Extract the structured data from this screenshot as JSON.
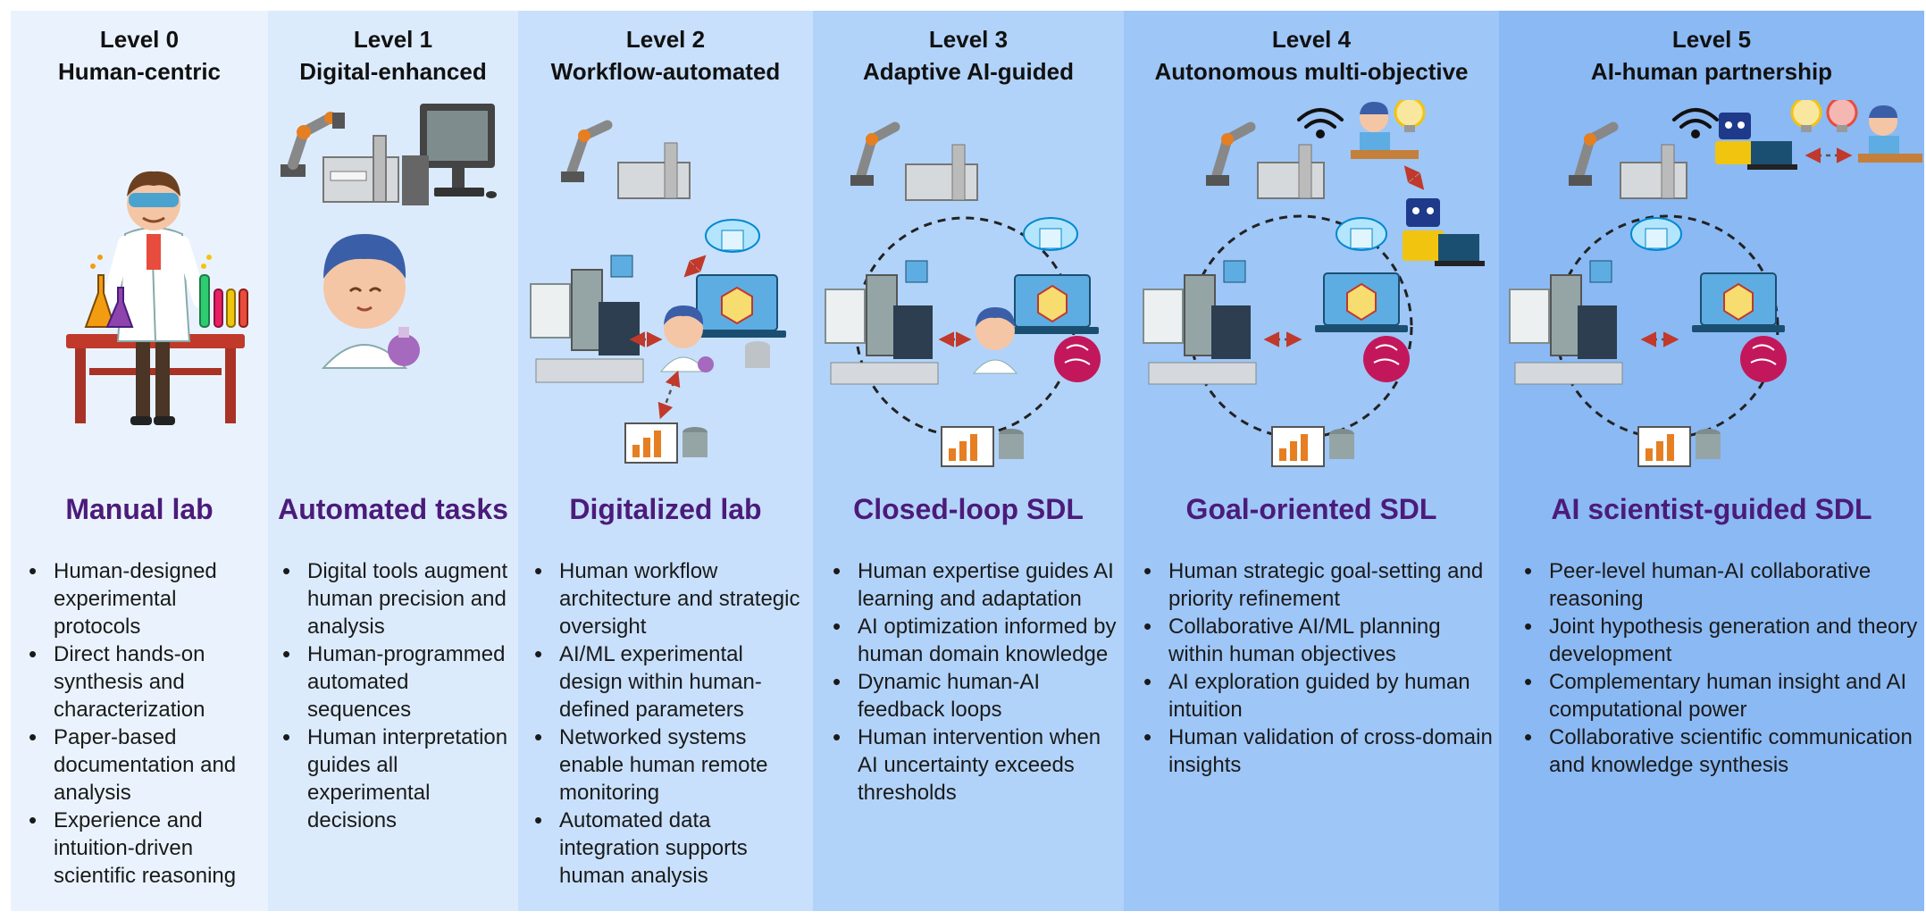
{
  "levels": [
    {
      "level": "Level 0",
      "name": "Human-centric",
      "title": "Manual lab",
      "bullets": [
        "Human-designed experimental protocols",
        "Direct hands-on synthesis and characterization",
        "Paper-based documentation and analysis",
        "Experience and intuition-driven scientific reasoning"
      ]
    },
    {
      "level": "Level 1",
      "name": "Digital-enhanced",
      "title": "Automated tasks",
      "bullets": [
        "Digital tools augment human precision and analysis",
        "Human-programmed automated sequences",
        "Human interpretation guides all experimental decisions"
      ]
    },
    {
      "level": "Level 2",
      "name": "Workflow-automated",
      "title": "Digitalized lab",
      "bullets": [
        "Human workflow architecture and strategic oversight",
        "AI/ML experimental design within human-defined parameters",
        "Networked systems enable human remote monitoring",
        "Automated data integration supports human analysis"
      ]
    },
    {
      "level": "Level 3",
      "name": "Adaptive AI-guided",
      "title": "Closed-loop SDL",
      "bullets": [
        "Human expertise guides AI learning and adaptation",
        "AI optimization informed by human domain knowledge",
        "Dynamic human-AI feedback loops",
        "Human intervention when AI uncertainty exceeds thresholds"
      ]
    },
    {
      "level": "Level 4",
      "name": "Autonomous multi-objective",
      "title": "Goal-oriented SDL",
      "bullets": [
        "Human strategic goal-setting and priority refinement",
        "Collaborative AI/ML planning within human objectives",
        "AI exploration guided by human intuition",
        "Human validation of cross-domain insights"
      ]
    },
    {
      "level": "Level 5",
      "name": "AI-human partnership",
      "title": "AI scientist-guided SDL",
      "bullets": [
        "Peer-level human-AI collaborative reasoning",
        "Joint hypothesis generation and theory development",
        "Complementary human insight and AI computational power",
        "Collaborative scientific communication and knowledge synthesis"
      ]
    }
  ],
  "colors": {
    "title": "#4b1b7a",
    "arrow": "#c0392b",
    "brain": "#c2185b",
    "robot_body": "#1f3a8a",
    "lab_coat": "#ffffff",
    "goggles": "#2b9bd6"
  }
}
